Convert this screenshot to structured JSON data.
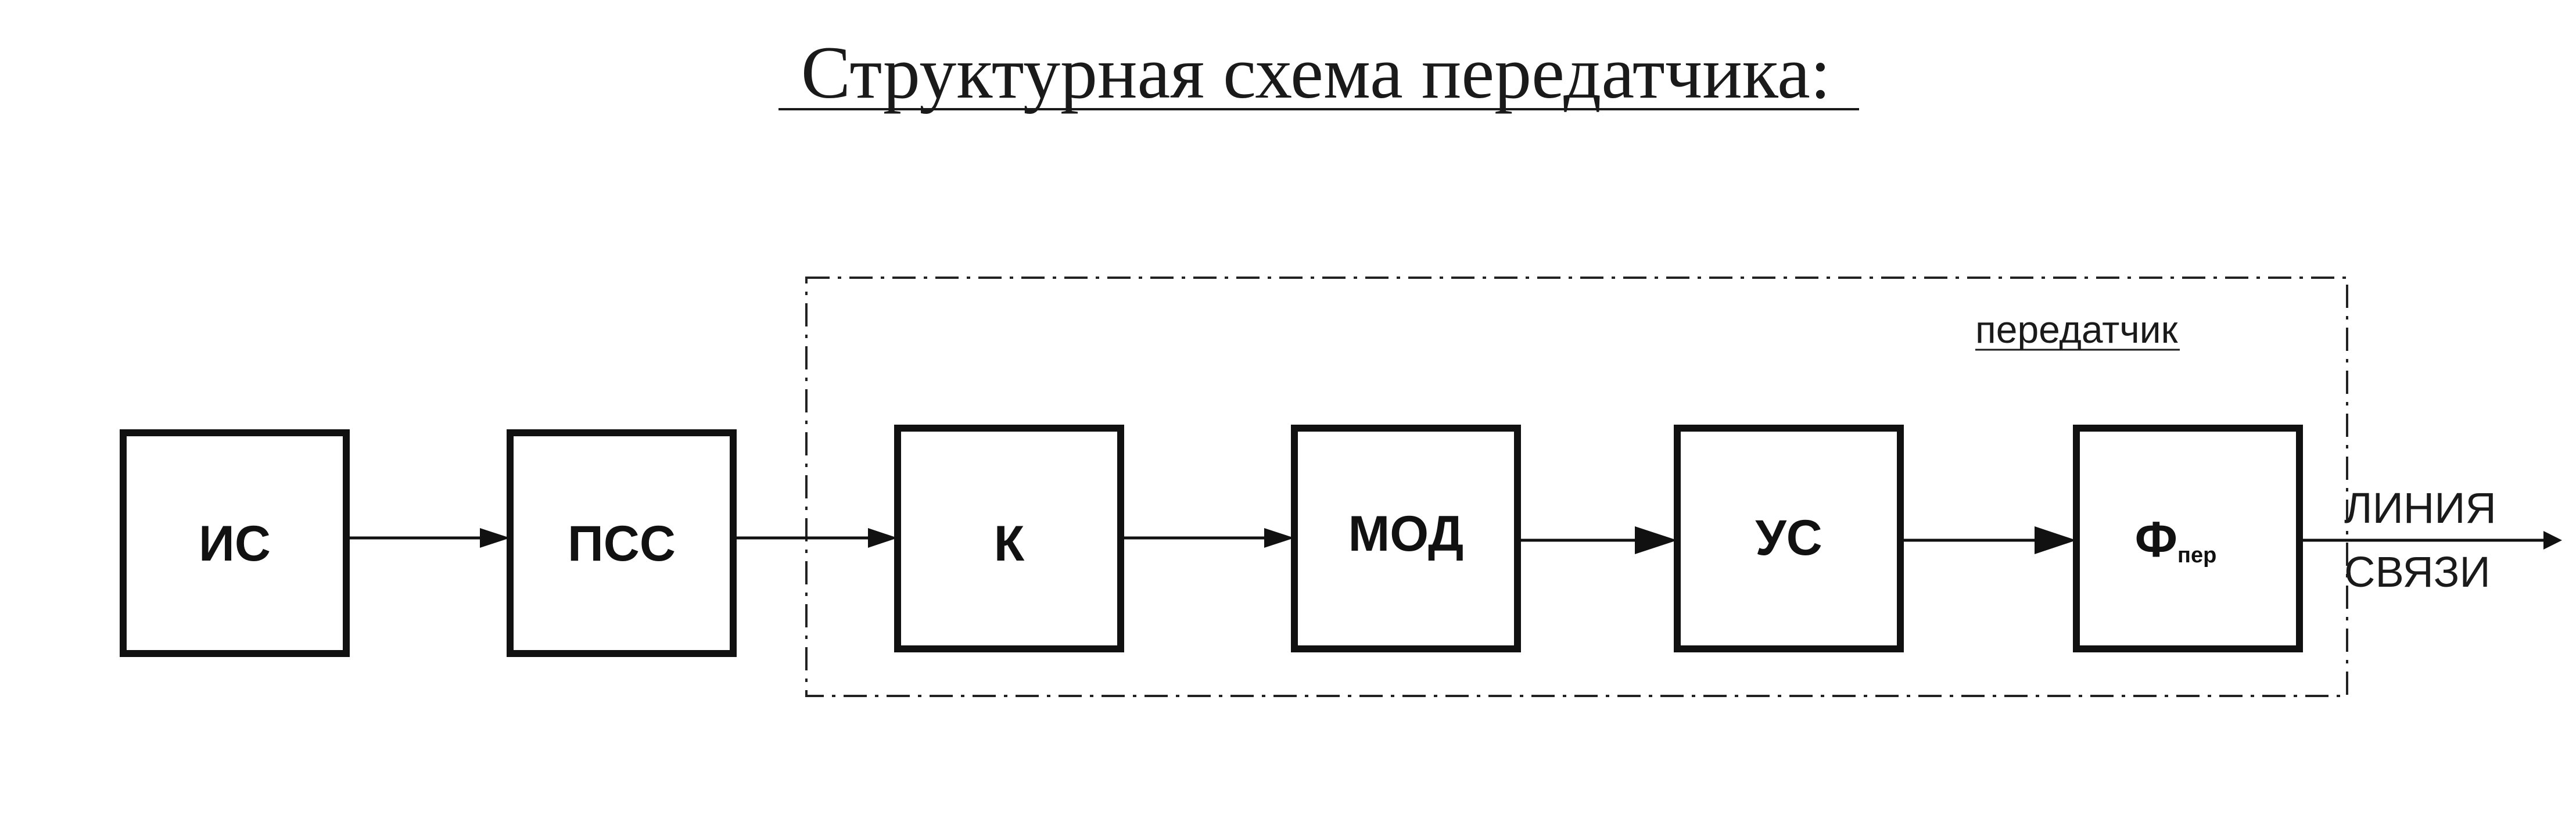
{
  "title": "Структурная схема передатчика:",
  "group_label": "передатчик",
  "blocks": {
    "is": {
      "label": "ИС"
    },
    "pss": {
      "label": "ПСС"
    },
    "k": {
      "label": "К"
    },
    "mod": {
      "label": "МОД"
    },
    "us": {
      "label": "УС"
    },
    "f": {
      "label": "Ф",
      "subscript": "пер"
    }
  },
  "output": {
    "line1": "ЛИНИЯ",
    "line2": "СВЯЗИ"
  }
}
